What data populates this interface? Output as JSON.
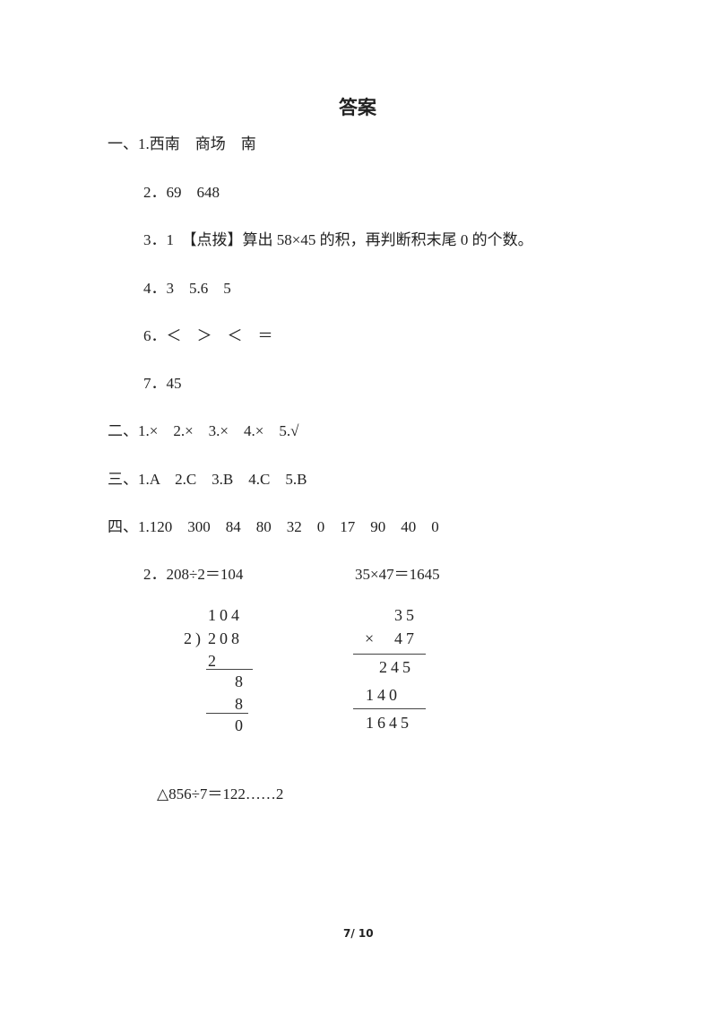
{
  "title": "答案",
  "lines": [
    "一、1.西南　商场　南",
    "2．69　648",
    "3．1　【点拨】算出 58×45 的积，再判断积末尾 0 的个数。",
    "4．3　5.6　5",
    "6．＜　＞　＜　＝",
    "7．45",
    "二、1.×　2.×　3.×　4.×　5.√",
    "三、1.A　2.C　3.B　4.C　5.B",
    "四、1.120　300　84　80　32　0　17　90　40　0",
    "2．208÷2＝104",
    "35×47＝1645",
    "△856÷7＝122……2"
  ],
  "division": {
    "quotient": "104",
    "divisor": "2)",
    "dividend": "208",
    "step1": "2",
    "step2": "8",
    "step3": "8",
    "remainder": "0"
  },
  "multiplication": {
    "top": "35",
    "times": "×",
    "bottom": "47",
    "partial1": "245",
    "partial2": "140",
    "result": "1645"
  },
  "page_number": "7/ 10"
}
